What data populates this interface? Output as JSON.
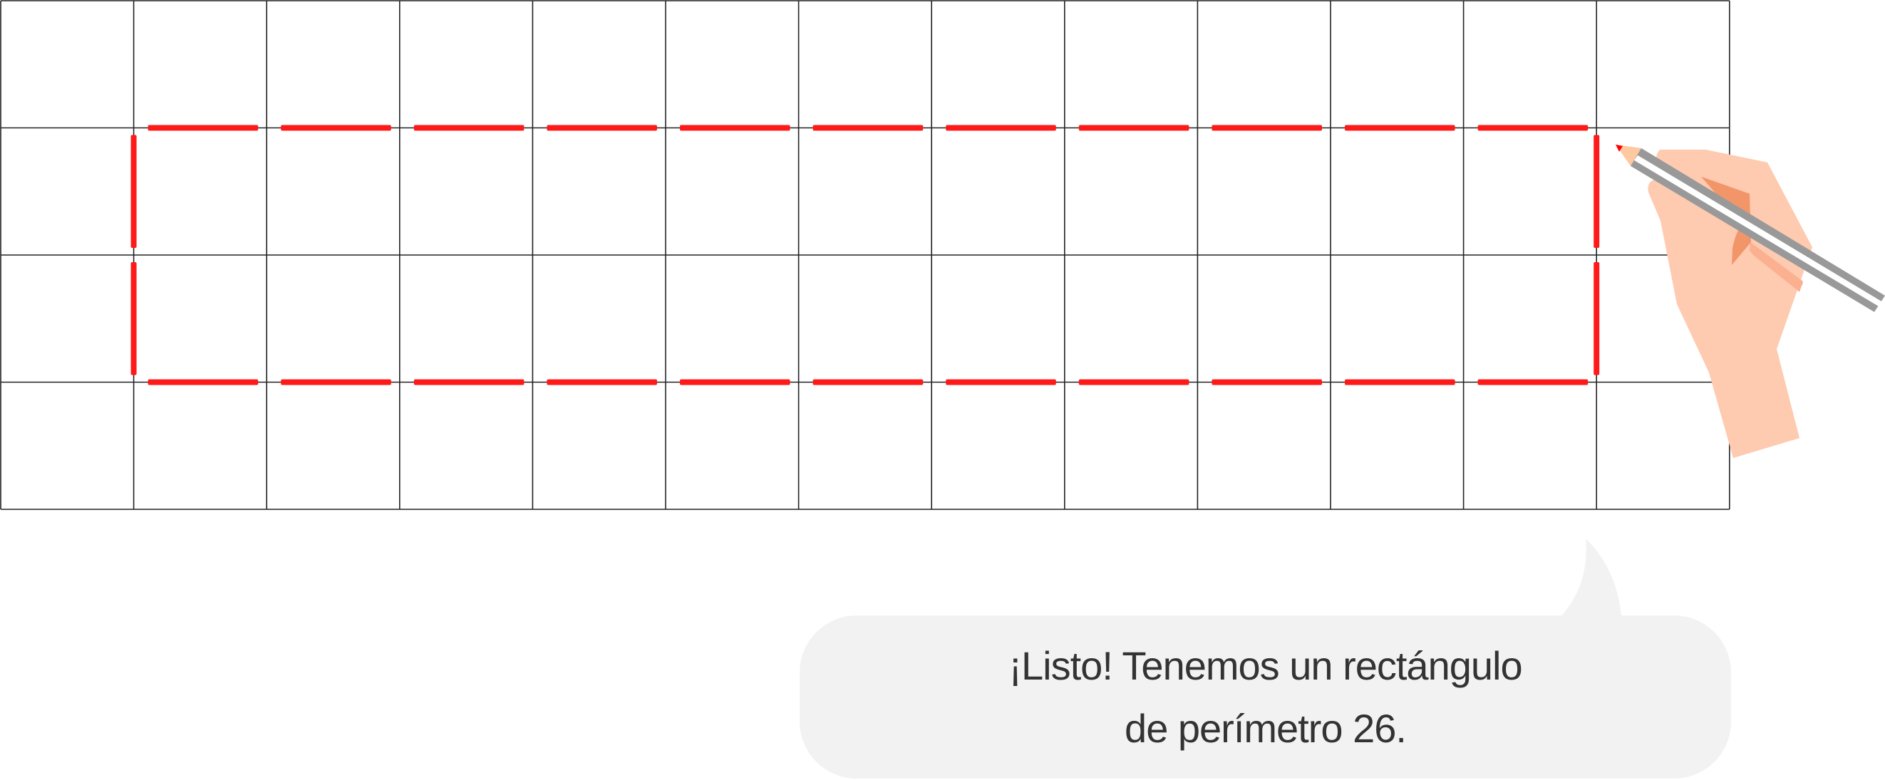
{
  "grid": {
    "columns": 13,
    "rows": 4,
    "line_color": "#222222"
  },
  "rectangle": {
    "col_start": 1,
    "col_end": 12,
    "row_start": 1,
    "row_end": 3,
    "perimeter": 26,
    "stroke_color": "#ff1a1a"
  },
  "speech_bubble": {
    "line1": "¡Listo! Tenemos un rectángulo",
    "line2": "de perímetro 26.",
    "background": "#f2f2f2"
  },
  "illustration": {
    "icon": "hand-with-pencil-icon",
    "skin": "#fecab0",
    "shade": "#f2966a",
    "pencil": "#999999"
  }
}
